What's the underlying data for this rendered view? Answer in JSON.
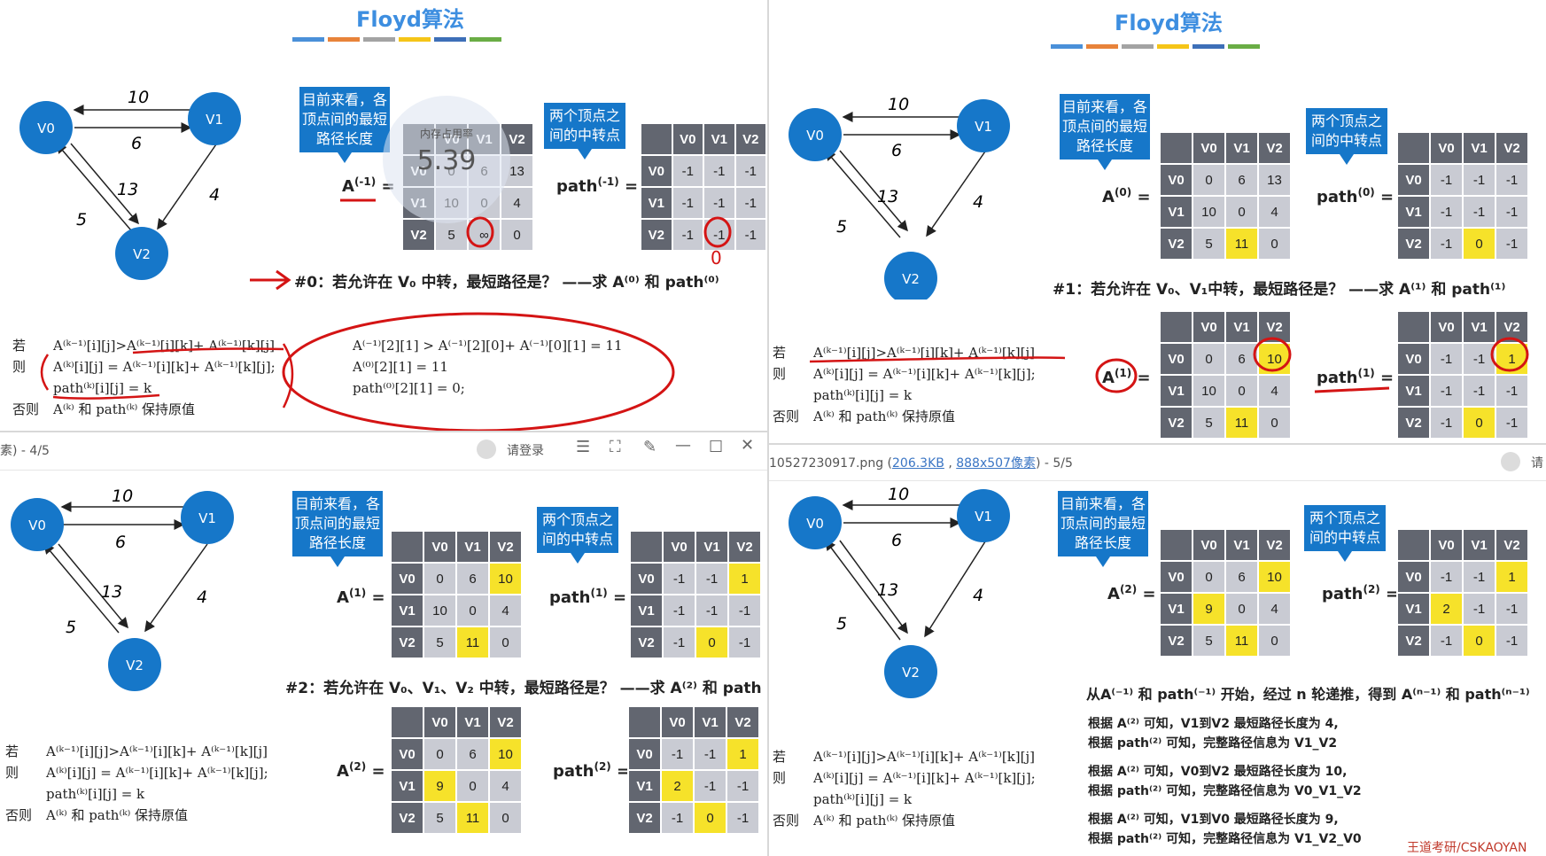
{
  "title": "Floyd算法",
  "title_bar_colors": [
    "#4a90d9",
    "#e8833a",
    "#a3a3a3",
    "#f5c518",
    "#3d6fb8",
    "#6aad45"
  ],
  "graph": {
    "nodes": [
      "V0",
      "V1",
      "V2"
    ],
    "weights": {
      "v0_v1_top": "10",
      "v1_v0_bottom": "6",
      "v2_v0": "5",
      "v0_v2": "13",
      "v1_v2": "4"
    }
  },
  "callout_dist": "目前来看，各顶点间的最短路径长度",
  "callout_path": "两个顶点之间的中转点",
  "matrix_headers": [
    "V0",
    "V1",
    "V2"
  ],
  "row_headers": [
    "V0",
    "V1",
    "V2"
  ],
  "p1": {
    "dist_label": "A",
    "dist_sup": "(-1)",
    "dist": [
      [
        "0",
        "6",
        "13"
      ],
      [
        "10",
        "0",
        "4"
      ],
      [
        "5",
        "∞",
        "0"
      ]
    ],
    "path_label": "path",
    "path_sup": "(-1)",
    "path": [
      [
        "-1",
        "-1",
        "-1"
      ],
      [
        "-1",
        "-1",
        "-1"
      ],
      [
        "-1",
        "-1",
        "-1"
      ]
    ],
    "overlay_text": "5.39",
    "overlay_sub": "内存占用率",
    "step": "#0：若允许在 V₀ 中转，最短路径是？ ——求 A⁽⁰⁾ 和 path⁽⁰⁾",
    "annot_line1": "A⁽⁻¹⁾[2][1] > A⁽⁻¹⁾[2][0]+ A⁽⁻¹⁾[0][1] = 11",
    "annot_line2": "A⁽⁰⁾[2][1] = 11",
    "annot_line3": "path⁽⁰⁾[2][1] = 0;",
    "handwritten_zero": "0"
  },
  "p2": {
    "dist_label": "A",
    "dist_sup": "(0)",
    "dist": [
      [
        "0",
        "6",
        "13"
      ],
      [
        "10",
        "0",
        "4"
      ],
      [
        "5",
        "11",
        "0"
      ]
    ],
    "path_label": "path",
    "path_sup": "(0)",
    "path": [
      [
        "-1",
        "-1",
        "-1"
      ],
      [
        "-1",
        "-1",
        "-1"
      ],
      [
        "-1",
        "0",
        "-1"
      ]
    ],
    "step": "#1：若允许在 V₀、V₁中转，最短路径是？ ——求 A⁽¹⁾ 和 path⁽¹⁾",
    "dist2_label": "A",
    "dist2_sup": "(1)",
    "dist2": [
      [
        "0",
        "6",
        "10"
      ],
      [
        "10",
        "0",
        "4"
      ],
      [
        "5",
        "11",
        "0"
      ]
    ],
    "path2_label": "path",
    "path2_sup": "(1)",
    "path2": [
      [
        "-1",
        "-1",
        "1"
      ],
      [
        "-1",
        "-1",
        "-1"
      ],
      [
        "-1",
        "0",
        "-1"
      ]
    ]
  },
  "p3": {
    "header_left": "素) - 4/5",
    "login": "请登录",
    "dist_label": "A",
    "dist_sup": "(1)",
    "dist": [
      [
        "0",
        "6",
        "10"
      ],
      [
        "10",
        "0",
        "4"
      ],
      [
        "5",
        "11",
        "0"
      ]
    ],
    "path_label": "path",
    "path_sup": "(1)",
    "path": [
      [
        "-1",
        "-1",
        "1"
      ],
      [
        "-1",
        "-1",
        "-1"
      ],
      [
        "-1",
        "0",
        "-1"
      ]
    ],
    "step": "#2：若允许在 V₀、V₁、V₂ 中转，最短路径是？ ——求 A⁽²⁾ 和 path",
    "dist2_label": "A",
    "dist2_sup": "(2)",
    "dist2": [
      [
        "0",
        "6",
        "10"
      ],
      [
        "9",
        "0",
        "4"
      ],
      [
        "5",
        "11",
        "0"
      ]
    ],
    "path2_label": "path",
    "path2_sup": "(2)",
    "path2": [
      [
        "-1",
        "-1",
        "1"
      ],
      [
        "2",
        "-1",
        "-1"
      ],
      [
        "-1",
        "0",
        "-1"
      ]
    ]
  },
  "p4": {
    "header_file": "10527230917.png (",
    "header_size": "206.3KB",
    "header_sep": " , ",
    "header_dims": "888x507像素",
    "header_tail": ") - 5/5",
    "login": "请",
    "dist_label": "A",
    "dist_sup": "(2)",
    "dist": [
      [
        "0",
        "6",
        "10"
      ],
      [
        "9",
        "0",
        "4"
      ],
      [
        "5",
        "11",
        "0"
      ]
    ],
    "path_label": "path",
    "path_sup": "(2)",
    "path": [
      [
        "-1",
        "-1",
        "1"
      ],
      [
        "2",
        "-1",
        "-1"
      ],
      [
        "-1",
        "0",
        "-1"
      ]
    ],
    "summary": "从A⁽⁻¹⁾ 和 path⁽⁻¹⁾ 开始，经过 n 轮递推，得到 A⁽ⁿ⁻¹⁾ 和 path⁽ⁿ⁻¹⁾",
    "notes": [
      "根据 A⁽²⁾ 可知，V1到V2 最短路径长度为 4,",
      "根据 path⁽²⁾ 可知，完整路径信息为 V1_V2",
      "根据 A⁽²⁾ 可知，V0到V2 最短路径长度为 10,",
      "根据 path⁽²⁾ 可知，完整路径信息为 V0_V1_V2",
      "根据 A⁽²⁾ 可知，V1到V0 最短路径长度为 9,",
      "根据 path⁽²⁾ 可知，完整路径信息为 V1_V2_V0"
    ],
    "watermark": "王道考研/CSKAOYAN"
  },
  "formula": {
    "if_kw": "若",
    "then_kw": "则",
    "else_kw": "否则",
    "cond": "A⁽ᵏ⁻¹⁾[i][j]>A⁽ᵏ⁻¹⁾[i][k]+ A⁽ᵏ⁻¹⁾[k][j]",
    "assign": "A⁽ᵏ⁾[i][j] = A⁽ᵏ⁻¹⁾[i][k]+ A⁽ᵏ⁻¹⁾[k][j];",
    "path_assign": "path⁽ᵏ⁾[i][j] = k",
    "keep": "A⁽ᵏ⁾ 和 path⁽ᵏ⁾ 保持原值"
  }
}
